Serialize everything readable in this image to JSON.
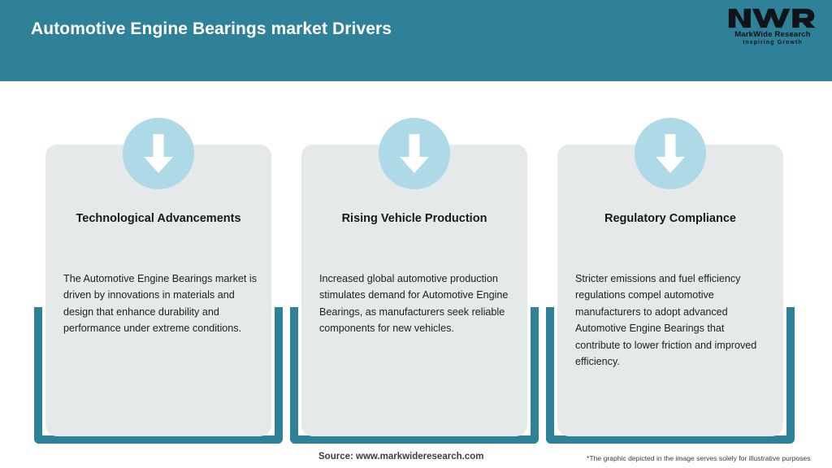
{
  "header": {
    "title": "Automotive Engine Bearings market Drivers",
    "background_color": "#2E8198",
    "title_color": "#FFFFFF"
  },
  "logo": {
    "mark_text": "MWR",
    "name": "MarkWide Research",
    "tagline": "Inspiring Growth",
    "icon": "mwr-logo-icon"
  },
  "cards": [
    {
      "icon": "down-arrow-icon",
      "title": "Technological Advancements",
      "body": "The Automotive Engine Bearings market is driven by innovations in materials and design that enhance durability and performance under extreme conditions."
    },
    {
      "icon": "down-arrow-icon",
      "title": "Rising Vehicle Production",
      "body": "Increased global automotive production stimulates demand for Automotive Engine Bearings, as manufacturers seek reliable components for new vehicles."
    },
    {
      "icon": "down-arrow-icon",
      "title": "Regulatory Compliance",
      "body": "Stricter emissions and fuel efficiency regulations compel automotive manufacturers to adopt advanced Automotive Engine Bearings that contribute to lower friction and improved efficiency."
    }
  ],
  "footer": {
    "source": "Source: www.markwideresearch.com",
    "disclaimer": "*The graphic depicted in the image serves solely for illustrative purposes"
  },
  "colors": {
    "teal": "#2E8198",
    "card_bg": "#E6E9EA",
    "icon_circle": "#AED9E6",
    "arrow": "#FFFFFF",
    "page_bg": "#FFFFFF"
  }
}
